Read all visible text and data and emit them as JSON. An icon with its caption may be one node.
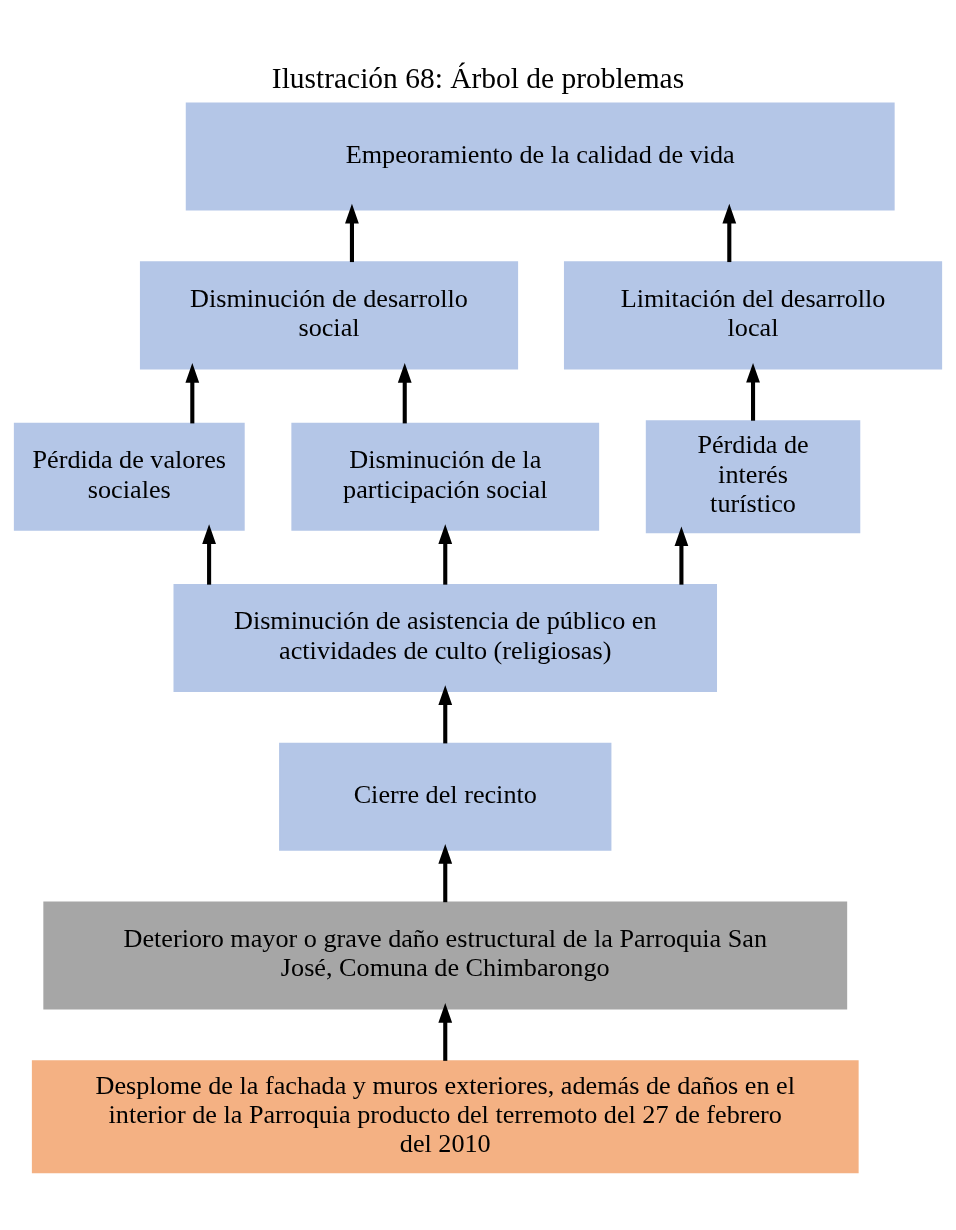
{
  "diagram": {
    "title": "Ilustración 68: Árbol de problemas",
    "nodes": [
      {
        "text": [
          "Empeoramiento de la calidad de vida"
        ]
      },
      {
        "text": [
          "Disminución de desarrollo social"
        ]
      },
      {
        "text": [
          "Limitación del desarrollo local"
        ]
      },
      {
        "text": [
          "Pérdida de valores sociales"
        ]
      },
      {
        "text": [
          "Disminución de la participación social"
        ]
      },
      {
        "text": [
          "Pérdida de interés turístico"
        ]
      },
      {
        "text": [
          "Disminución de asistencia de público en actividades de culto (religiosas)"
        ]
      },
      {
        "text": [
          "Cierre del recinto"
        ]
      },
      {
        "text": [
          "Deterioro mayor o grave daño estructural de la Parroquia San José, Comuna de Chimbarongo"
        ]
      },
      {
        "text": [
          "Desplome de la fachada y muros exteriores, además de daños en el interior de la Parroquia producto del terremoto del 27 de febrero del 2010"
        ]
      }
    ],
    "edges": [
      {
        "from": 1,
        "to": 0,
        "arrow": "to"
      },
      {
        "from": 2,
        "to": 0,
        "arrow": "to"
      },
      {
        "from": 3,
        "to": 1,
        "arrow": "to"
      },
      {
        "from": 4,
        "to": 1,
        "arrow": "to"
      },
      {
        "from": 5,
        "to": 2,
        "arrow": "to"
      },
      {
        "from": 6,
        "to": 3,
        "arrow": "to"
      },
      {
        "from": 6,
        "to": 4,
        "arrow": "to"
      },
      {
        "from": 6,
        "to": 5,
        "arrow": "to"
      },
      {
        "from": 7,
        "to": 6,
        "arrow": "to"
      },
      {
        "from": 8,
        "to": 7,
        "arrow": "to"
      },
      {
        "from": 9,
        "to": 8,
        "arrow": "to"
      }
    ]
  }
}
